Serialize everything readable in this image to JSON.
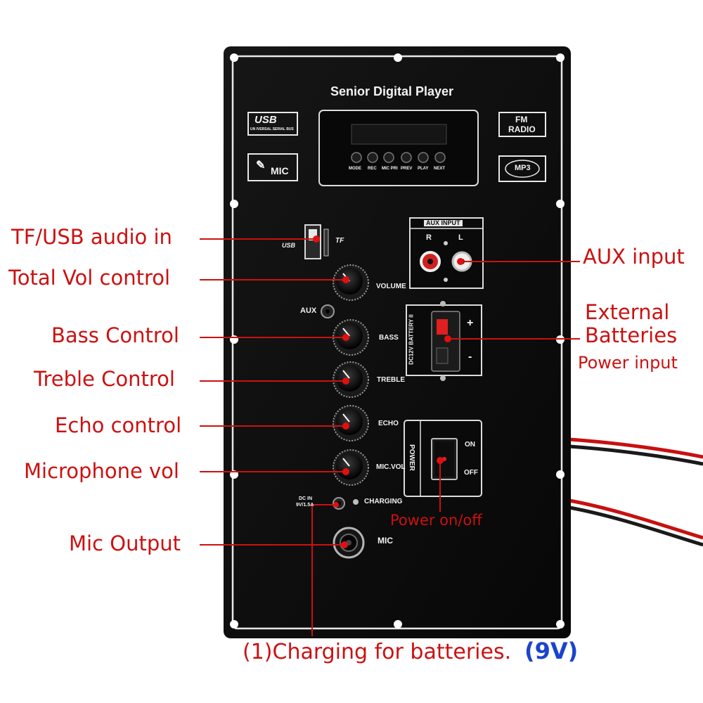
{
  "panel": {
    "title": "Senior Digital Player",
    "usb_badge": "USB",
    "usb_badge_sub": "UN IVERSAL SERIAL BUS",
    "mic_badge": "MIC",
    "fm_badge_line1": "FM",
    "fm_badge_line2": "RADIO",
    "mp3_badge": "MP3",
    "buttons": [
      "MODE",
      "REC",
      "MIC PRI",
      "PREV",
      "PLAY",
      "NEXT"
    ],
    "usb_slot_label": "USB",
    "tf_slot_label": "TF",
    "aux_input_title": "AUX INPUT",
    "aux_r": "R",
    "aux_l": "L",
    "knobs": [
      "VOLUME",
      "BASS",
      "TREBLE",
      "ECHO",
      "MIC.VOL"
    ],
    "aux_jack": "AUX",
    "battery_label": "DC12V BATTERY II",
    "battery_plus": "+",
    "battery_minus": "-",
    "power_label": "POWER",
    "power_on": "ON",
    "power_off": "OFF",
    "dc_in_line1": "DC IN",
    "dc_in_line2": "9V/1.5A",
    "charging": "CHARGING",
    "mic_jack": "MIC"
  },
  "callouts": {
    "tf_usb": "TF/USB audio in",
    "total_vol": "Total Vol control",
    "bass": "Bass Control",
    "treble": "Treble Control",
    "echo": "Echo control",
    "mic_vol": "Microphone vol",
    "mic_output": "Mic Output",
    "aux_input": "AUX input",
    "external_1": "External",
    "external_2": "Batteries",
    "external_3": "Power input",
    "power_onoff": "Power on/off",
    "charging_note": "(1)Charging for batteries.",
    "charging_voltage": "(9V)"
  },
  "colors": {
    "callout_red": "#cc1111",
    "voltage_blue": "#1a44cc",
    "panel_black": "#0c0c0c"
  }
}
